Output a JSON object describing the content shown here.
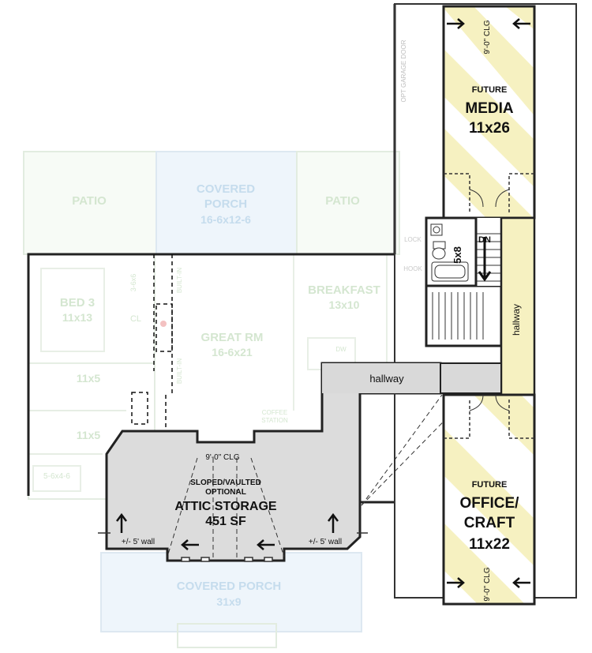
{
  "ghost_labels": {
    "patio_left": "PATIO",
    "covered_porch_top": "COVERED",
    "covered_porch_top_2": "PORCH",
    "covered_porch_top_size": "16-6x12-6",
    "patio_right": "PATIO",
    "bed3": "BED 3",
    "bed3_size": "11x13",
    "closet_3x6": "3-6x6",
    "cl": "CL",
    "built_in_top": "BUILT-IN",
    "built_in_bottom": "BUILT-IN",
    "great_rm": "GREAT RM",
    "great_rm_size": "16-6x21",
    "breakfast": "BREAKFAST",
    "breakfast_size": "13x10",
    "dw": "DW",
    "coffee": "COFFEE",
    "station": "STATION",
    "bath_11x5_a": "11x5",
    "bath_11x5_b": "11x5",
    "closet_5x6": "5-6x4-6",
    "covered_porch_bottom": "COVERED PORCH",
    "covered_porch_bottom_size": "31x9",
    "lock": "LOCK",
    "hook": "HOOK",
    "opt_garage_door": "OPT GARAGE DOOR"
  },
  "rooms": {
    "media": {
      "line1": "FUTURE",
      "line2": "MEDIA",
      "size": "11x26",
      "ceiling": "9'-0\" CLG"
    },
    "office": {
      "line1": "FUTURE",
      "line2": "OFFICE/",
      "line3": "CRAFT",
      "size": "11x22",
      "ceiling": "9'-0\" CLG"
    },
    "attic": {
      "ceiling": "9'-0\" CLG",
      "note1": "SLOPED/VAULTED",
      "note2": "OPTIONAL",
      "name": "ATTIC STORAGE",
      "size": "451 SF",
      "wall_left": "+/- 5' wall",
      "wall_right": "+/- 5' wall"
    },
    "bath": {
      "size": "5x8"
    },
    "stairs": {
      "label": "DN"
    },
    "hallway_horizontal": "hallway",
    "hallway_vertical": "hallway"
  },
  "colors": {
    "hatch_yellow": "#f6f1c1",
    "attic_gray": "#dcdcdc",
    "hallway_gray": "#d9d9d9",
    "ghost_green": "#d4e6d0",
    "ghost_blue": "#c5dced"
  }
}
